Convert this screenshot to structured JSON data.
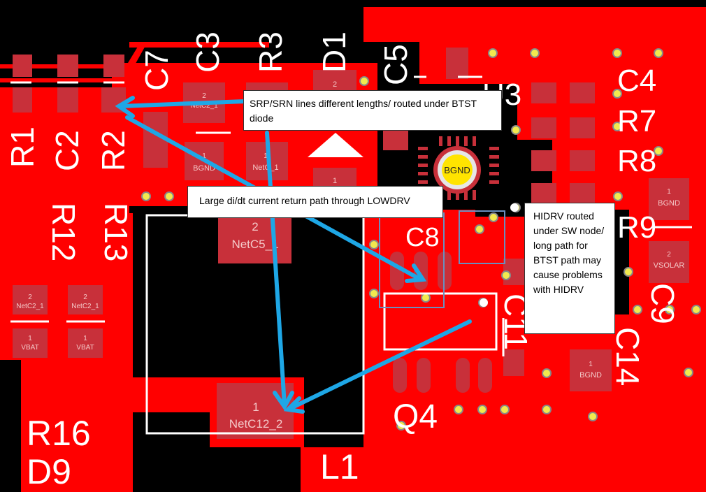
{
  "components": {
    "R1": "R1",
    "C2": "C2",
    "R2": "R2",
    "C7": "C7",
    "C3": "C3",
    "R3": "R3",
    "D1": "D1",
    "C5": "C5",
    "U3": "U3",
    "C4": "C4",
    "R7": "R7",
    "R8": "R8",
    "R9": "R9",
    "C9": "C9",
    "C14": "C14",
    "C8": "C8",
    "C11": "C11",
    "R12": "R12",
    "R13": "R13",
    "R16": "R16",
    "D9": "D9",
    "Q4": "Q4",
    "L1": "L1"
  },
  "pads": {
    "netc2_1_a": {
      "num": "2",
      "net": "NetC2_1"
    },
    "bgnd_a": {
      "num": "1",
      "net": "BGND"
    },
    "netc_partial": {
      "num": "1",
      "net": "NetC_1"
    },
    "d1_pad2": {
      "num": "2"
    },
    "d1_pad1": {
      "num": "1"
    },
    "netc5_1": {
      "num": "2",
      "net": "NetC5_1"
    },
    "netc12_2": {
      "num": "1",
      "net": "NetC12_2"
    },
    "r12_netc2_1": {
      "num": "2",
      "net": "NetC2_1"
    },
    "r13_netc2_1": {
      "num": "2",
      "net": "NetC2_1"
    },
    "vbat_a": {
      "num": "1",
      "net": "VBAT"
    },
    "vbat_b": {
      "num": "1",
      "net": "VBAT"
    },
    "bgnd_right": {
      "num": "1",
      "net": "BGND"
    },
    "vsolar": {
      "num": "2",
      "net": "VSOLAR"
    },
    "bgnd_lower": {
      "num": "1",
      "net": "BGND"
    },
    "bgnd_via": "BGND"
  },
  "annotations": {
    "srp_srn": "SRP/SRN lines different lengths/ routed under BTST diode",
    "lowdrv": "Large di/dt current return path through LOWDRV",
    "hidrv": "HIDRV routed under SW node/ long path for BTST path may cause problems with HIDRV"
  },
  "colors": {
    "copper": "#ff0000",
    "pad": "#c8303a",
    "silkscreen": "#ffffff",
    "arrow": "#1ea7e6",
    "via": "#f2e94e",
    "background": "#000000",
    "highlight_box": "#6a8fbf"
  }
}
